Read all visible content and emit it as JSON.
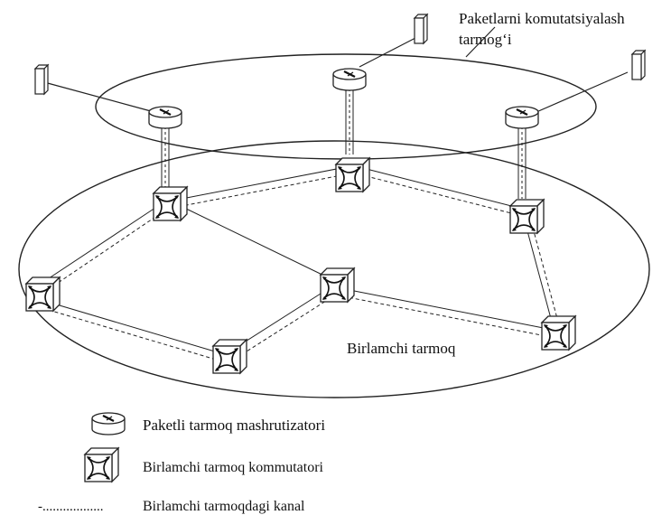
{
  "labels": {
    "packet_network_line1": "Paketlarni komutatsiyalash",
    "packet_network_line2": "tarmog‘i",
    "primary_network": "Birlamchi tarmoq"
  },
  "legend": {
    "router": "Paketli tarmoq mashrutizatori",
    "switch": "Birlamchi tarmoq kommutatori",
    "channel_dots": "-..................",
    "channel": "Birlamchi tarmoqdagi kanal"
  }
}
